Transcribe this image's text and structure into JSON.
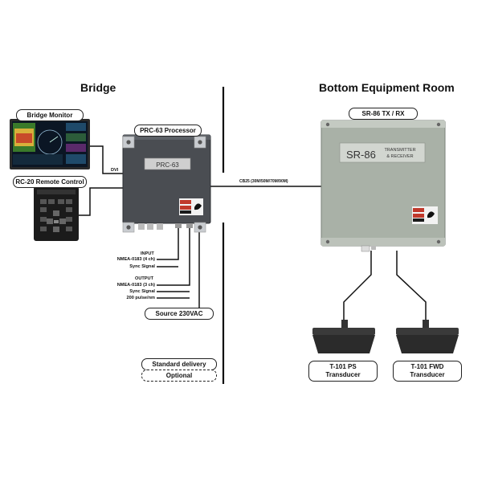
{
  "sections": {
    "left": "Bridge",
    "right": "Bottom Equipment Room"
  },
  "labels": {
    "bridge_monitor": "Bridge Monitor",
    "rc20": "RC-20 Remote Control",
    "prc63": "PRC-63 Processor",
    "prc63_face": "PRC-63",
    "sr86_top": "SR-86 TX / RX",
    "sr86_face": "SR-86",
    "sr86_face_sub1": "TRANSMITTER",
    "sr86_face_sub2": "& RECEIVER",
    "dvi": "DVI",
    "cable": "CB25 (30M/50M/70M/90M)",
    "input_title": "INPUT",
    "input_nmea": "NMEA-0183 (4 ch)",
    "input_sync": "Sync Signal",
    "output_title": "OUTPUT",
    "output_nmea": "NMEA-0183 (3 ch)",
    "output_sync": "Sync Signal",
    "output_pulse": "200 pulse/nm",
    "source": "Source 230VAC",
    "standard": "Standard delivery",
    "optional": "Optional",
    "ps_line1": "T-101 PS",
    "ps_line2": "Transducer",
    "fwd_line1": "T-101 FWD",
    "fwd_line2": "Transducer"
  },
  "colors": {
    "processor": "#4a4d52",
    "tx_rx": "#a9b1a7",
    "transducer": "#2b2b2b",
    "line": "#111111"
  }
}
